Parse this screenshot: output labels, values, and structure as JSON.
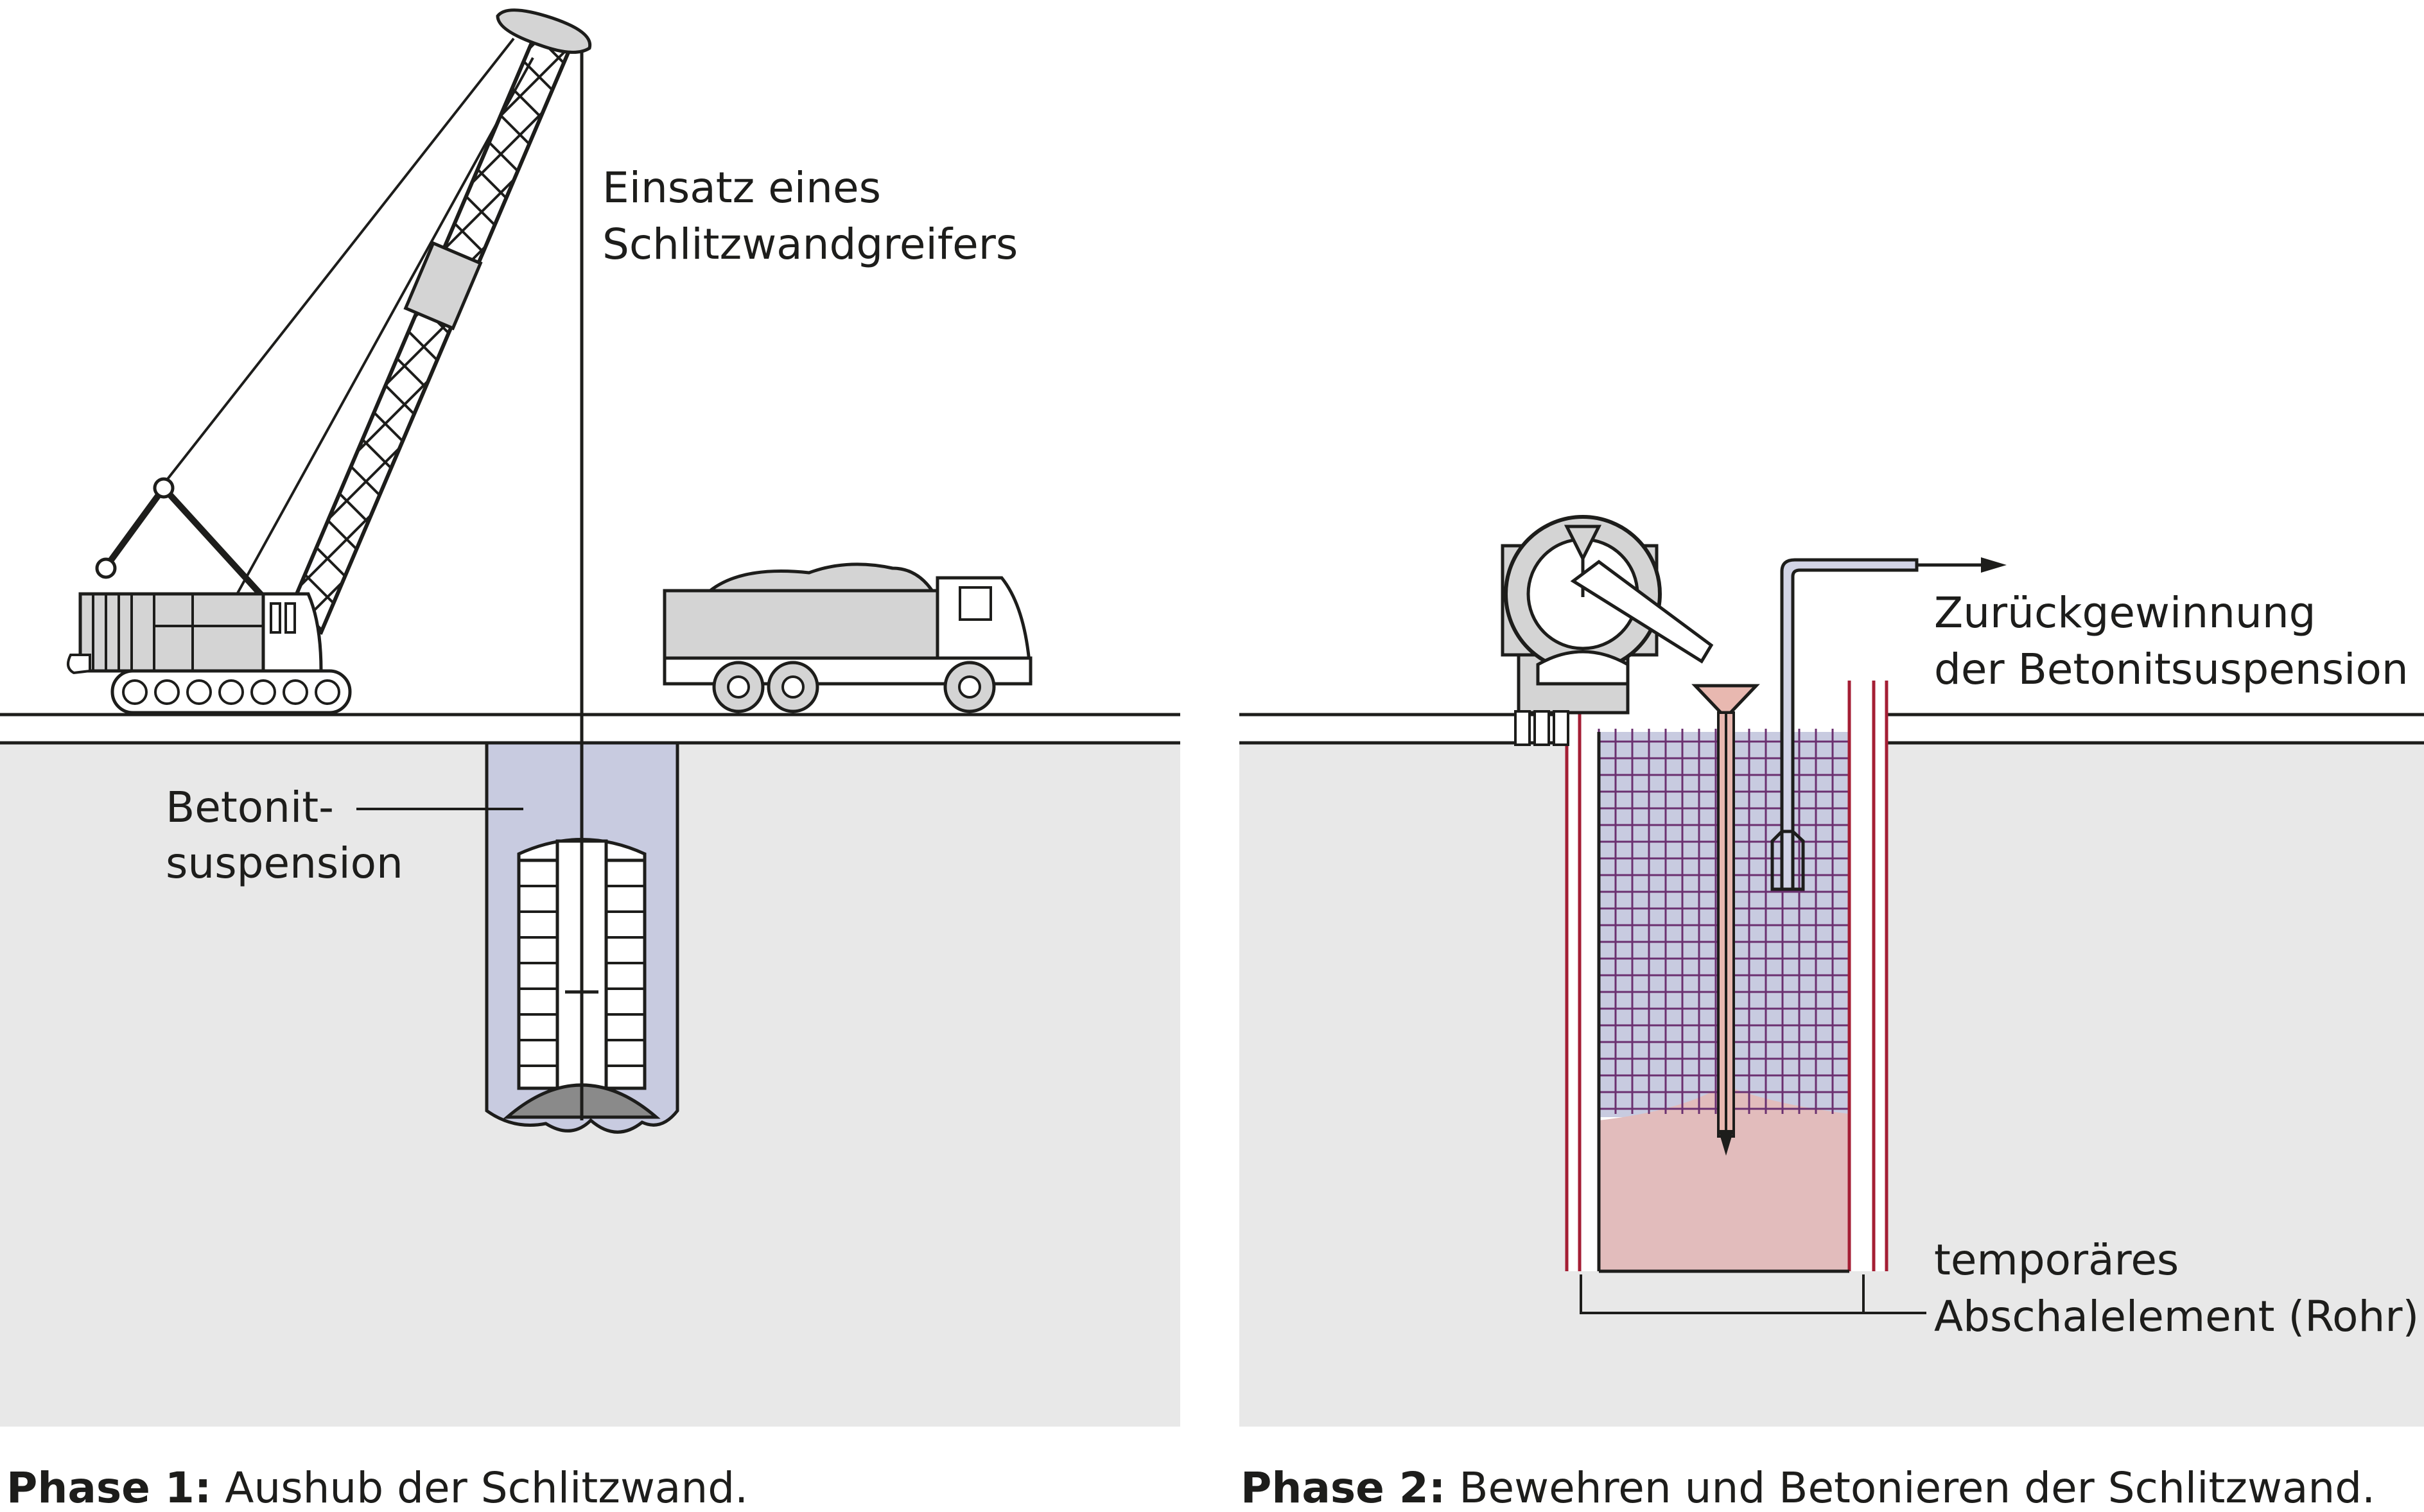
{
  "colors": {
    "ground": "#e8e8e8",
    "slurry": "#c8cbe0",
    "concrete": "#e2bcbc",
    "rebar": "#6b3070",
    "casing": "#a41e34",
    "line": "#1d1d1b",
    "machine_fill": "#d4d4d4",
    "pipe": "#d2d4e6",
    "tremie": "#e8b8b0"
  },
  "icons": {
    "crane": "crawler-crane-icon",
    "truck": "dump-truck-icon",
    "grab": "diaphragm-wall-grab-icon",
    "mixer": "concrete-mixer-truck-icon"
  },
  "phase1": {
    "label_grab_line1": "Einsatz eines",
    "label_grab_line2": "Schlitzwandgreifers",
    "label_slurry_line1": "Betonit-",
    "label_slurry_line2": "suspension",
    "caption_bold": "Phase 1:",
    "caption_text": " Aushub der Schlitzwand."
  },
  "phase2": {
    "label_recovery_line1": "Zurückgewinnung",
    "label_recovery_line2": "der Betonitsuspension",
    "label_casing_line1": "temporäres",
    "label_casing_line2": "Abschalelement (Rohr)",
    "caption_bold": "Phase 2:",
    "caption_text": " Bewehren und Betonieren der Schlitzwand."
  }
}
